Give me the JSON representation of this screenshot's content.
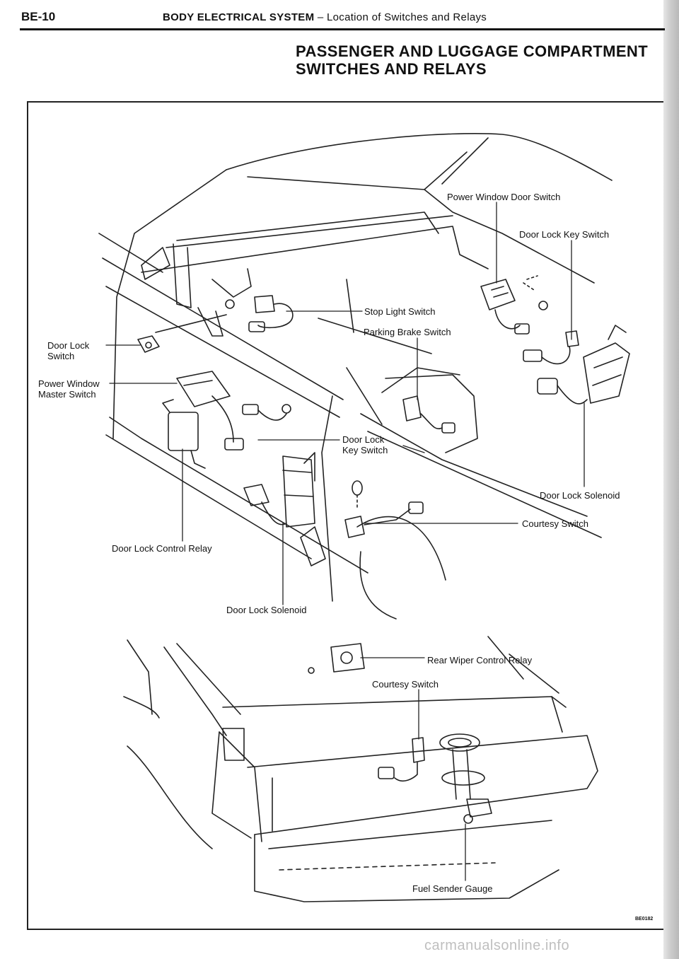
{
  "header": {
    "page_code": "BE-10",
    "section": "BODY ELECTRICAL SYSTEM",
    "subsection": "– Location of Switches and Relays"
  },
  "title": {
    "line1": "PASSENGER AND LUGGAGE COMPARTMENT",
    "line2": "SWITCHES AND RELAYS"
  },
  "labels": {
    "power_window_door_switch": "Power Window Door Switch",
    "door_lock_key_switch_right": "Door Lock Key Switch",
    "stop_light_switch": "Stop Light Switch",
    "parking_brake_switch": "Parking Brake Switch",
    "door_lock_switch_l1": "Door Lock",
    "door_lock_switch_l2": "Switch",
    "power_window_master_l1": "Power Window",
    "power_window_master_l2": "Master Switch",
    "door_lock_key_switch_left_l1": "Door Lock",
    "door_lock_key_switch_left_l2": "Key Switch",
    "door_lock_solenoid_right": "Door Lock Solenoid",
    "courtesy_switch_front": "Courtesy Switch",
    "door_lock_control_relay": "Door Lock Control Relay",
    "door_lock_solenoid_left": "Door Lock Solenoid",
    "rear_wiper_control_relay": "Rear Wiper Control Relay",
    "courtesy_switch_rear": "Courtesy Switch",
    "fuel_sender_gauge": "Fuel Sender Gauge"
  },
  "figure_id": "BE0182",
  "watermark": "carmanualsonline.info"
}
